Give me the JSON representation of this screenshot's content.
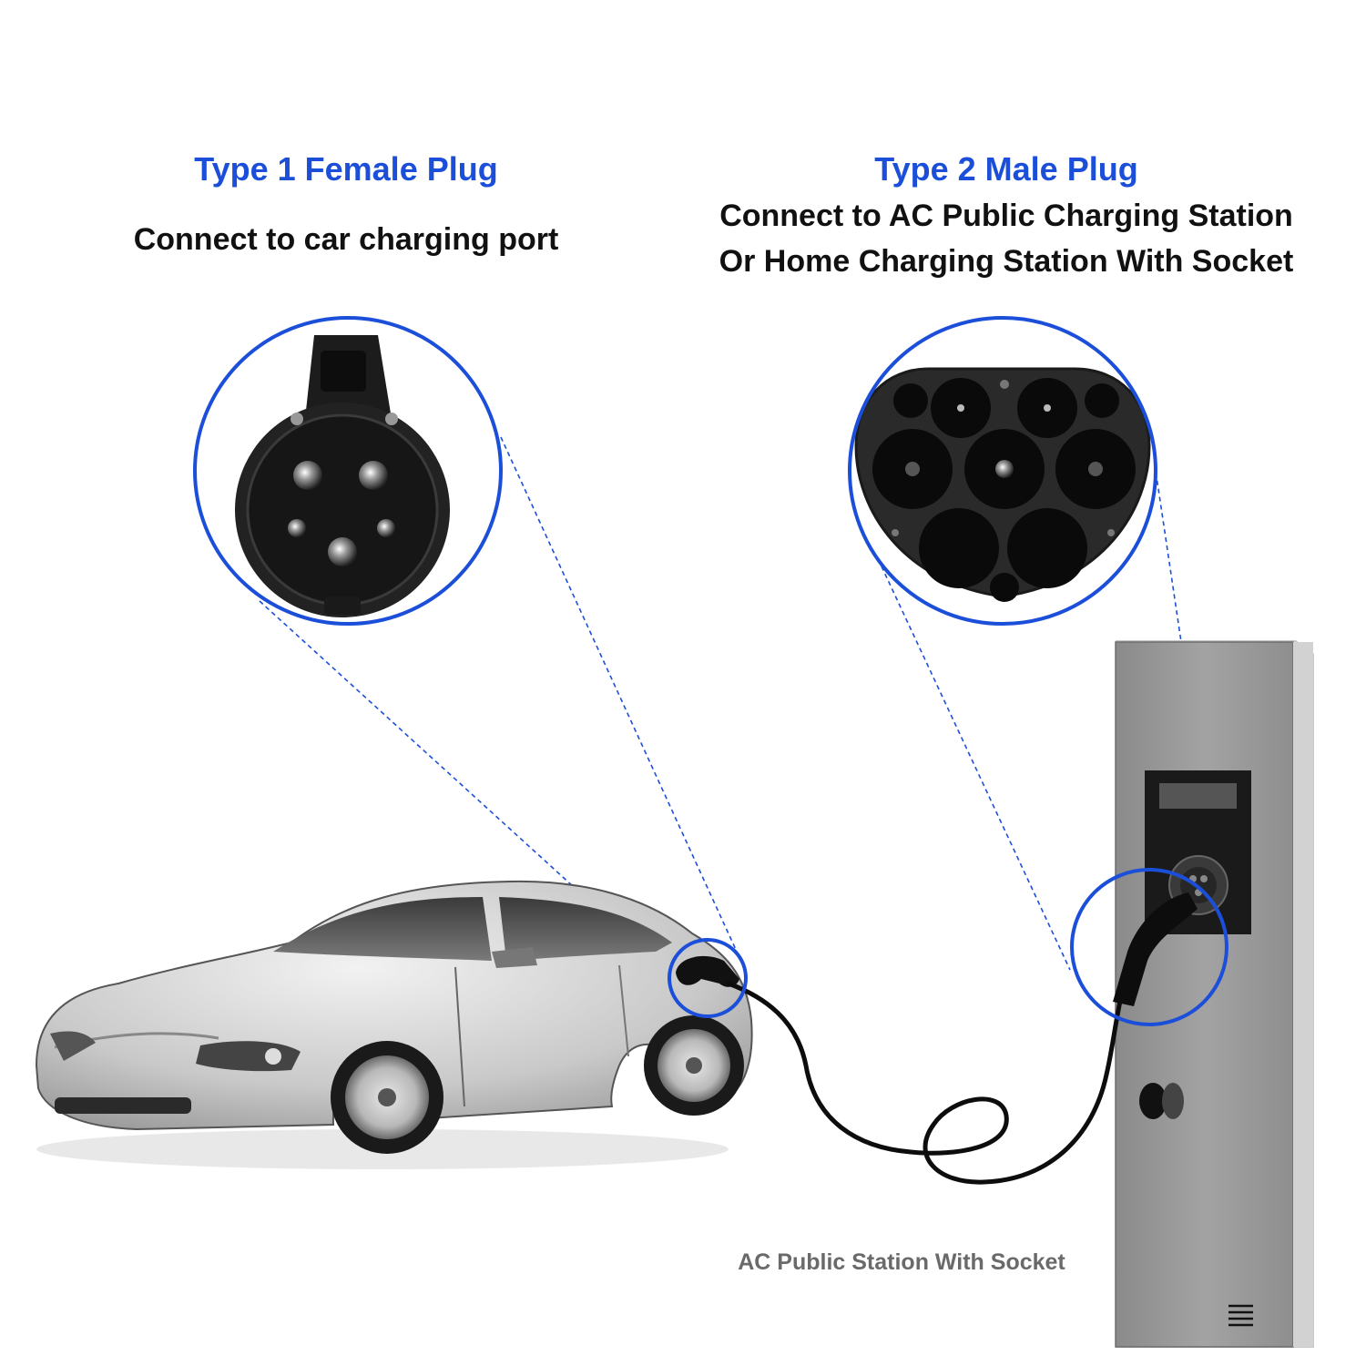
{
  "type1": {
    "title": "Type 1 Female Plug",
    "description": "Connect to car charging port"
  },
  "type2": {
    "title": "Type 2 Male Plug",
    "description_line1": "Connect to AC Public Charging Station",
    "description_line2": "Or Home Charging Station With Socket"
  },
  "station": {
    "caption": "AC Public Station With Socket"
  },
  "colors": {
    "accent_blue": "#1c4fd9",
    "text_dark": "#111111",
    "caption_gray": "#6a6a6a",
    "station_gray": "#9a9a9a"
  }
}
